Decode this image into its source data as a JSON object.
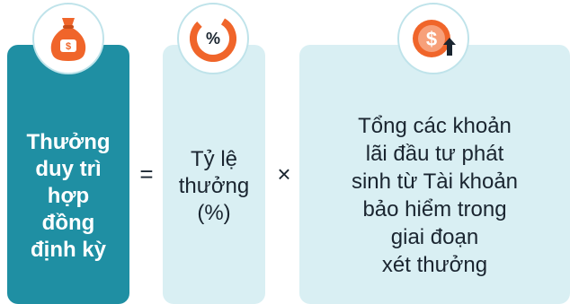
{
  "left": {
    "lines": [
      "Thưởng",
      "duy trì",
      "hợp",
      "đồng",
      "định kỳ"
    ],
    "icon": "money-bag-icon",
    "icon_text": "$"
  },
  "operators": {
    "equals": "=",
    "times": "×"
  },
  "middle": {
    "lines": [
      "Tỷ lệ",
      "thưởng",
      "(%)"
    ],
    "icon": "percent-badge-icon",
    "icon_text": "%"
  },
  "right": {
    "lines": [
      "Tổng các khoản",
      "lãi đầu tư phát",
      "sinh từ Tài khoản",
      "bảo hiểm trong",
      "giai đoạn",
      "xét thưởng"
    ],
    "icon": "dollar-up-arrow-icon",
    "icon_text": "$"
  },
  "colors": {
    "teal": "#1f8fa3",
    "light_teal": "#d9eff3",
    "orange": "#f0652a",
    "dark_text": "#1a2530"
  }
}
